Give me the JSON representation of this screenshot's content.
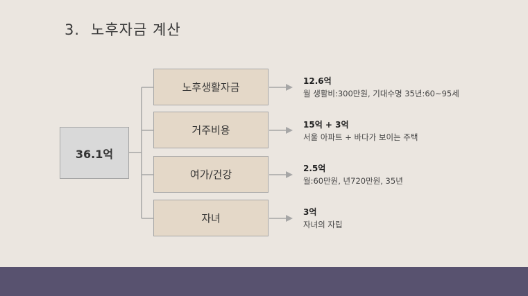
{
  "title": {
    "number": "3.",
    "text": "노후자금 계산"
  },
  "total": "36.1억",
  "categories": [
    {
      "label": "노후생활자금",
      "amount": "12.6억",
      "desc": "월 생활비:300만원, 기대수명 35년:60~95세"
    },
    {
      "label": "거주비용",
      "amount": "15억 + 3억",
      "desc": "서울 아파트 + 바다가 보이는 주택"
    },
    {
      "label": "여가/건강",
      "amount": "2.5억",
      "desc": "월:60만원, 년720만원, 35년"
    },
    {
      "label": "자녀",
      "amount": "3억",
      "desc": "자녀의 자립"
    }
  ],
  "colors": {
    "background": "#ebe6e0",
    "category_fill": "#e4d8c8",
    "total_fill": "#d9d9d9",
    "border": "#a6a6a6",
    "footer": "#58526f"
  }
}
